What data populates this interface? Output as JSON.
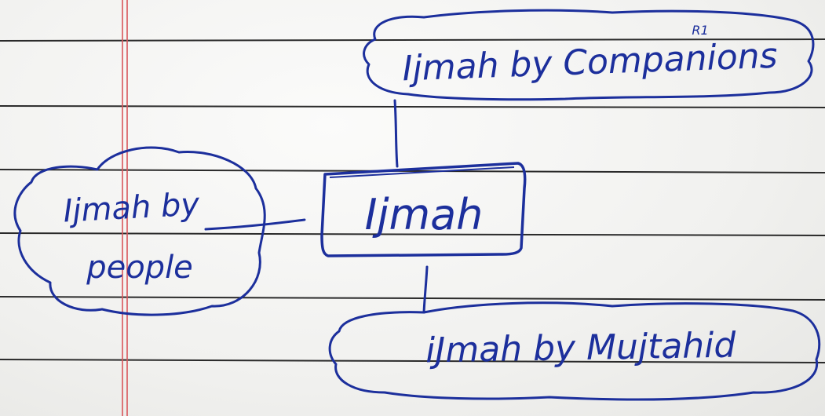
{
  "colors": {
    "paper": "#f3f3f1",
    "rule_line": "#2a2a2a",
    "margin_line": "#d9555a",
    "ink": "#1c2f9c"
  },
  "diagram": {
    "center": {
      "label": "Ijmah"
    },
    "top": {
      "label": "Ijmah by Companions",
      "superscript": "R1"
    },
    "left": {
      "label_line1": "Ijmah by",
      "label_line2": "people"
    },
    "bottom": {
      "label": "iJmah by Mujtahid"
    }
  }
}
